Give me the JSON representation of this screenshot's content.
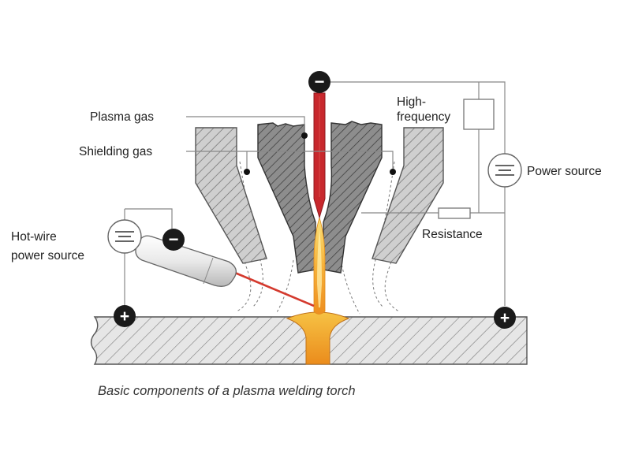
{
  "labels": {
    "plasma_gas": "Plasma gas",
    "shielding_gas": "Shielding gas",
    "hot_wire_line1": "Hot-wire",
    "hot_wire_line2": "power source",
    "high_frequency_line1": "High-",
    "high_frequency_line2": "frequency",
    "power_source": "Power source",
    "resistance": "Resistance"
  },
  "polarity": {
    "negative": "−",
    "positive": "+"
  },
  "caption": "Basic components of a plasma welding torch",
  "colors": {
    "electrode": "#c8282d",
    "wire_line": "#d43a2e",
    "arc_core": "#f7c23e",
    "arc_edge": "#e8861b",
    "weld_pool": "#f0a027",
    "outer_nozzle": "#c4c4c4",
    "inner_nozzle": "#8a8a8a",
    "workpiece": "#e4e4e4",
    "terminal": "#1a1a1a",
    "wire_lines": "#888888"
  }
}
